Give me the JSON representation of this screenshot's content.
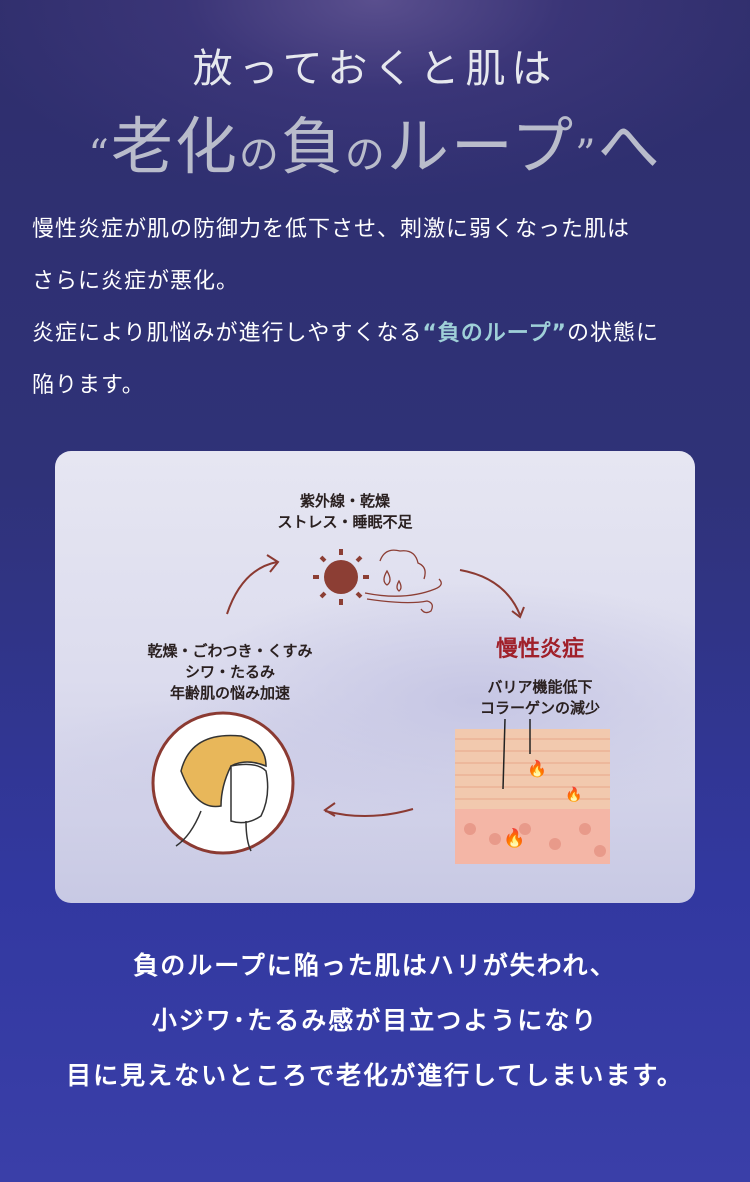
{
  "heading": {
    "line1": "放っておくと肌は",
    "quote_open": "“",
    "w1": "老化",
    "no1": "の",
    "w2": "負",
    "no2": "の",
    "w3": "ループ",
    "quote_close": "”",
    "he": "へ"
  },
  "intro": {
    "line1": "慢性炎症が肌の防御力を低下させ、刺激に弱くなった肌は",
    "line2": "さらに炎症が悪化。",
    "line3_pre": "炎症により肌悩みが進行しやすくなる",
    "line3_hl": "“負のループ”",
    "line3_post": "の状態に",
    "line4": "陥ります。"
  },
  "diagram": {
    "causes": [
      "紫外線・乾燥",
      "ストレス・睡眠不足"
    ],
    "inflammation_title": "慢性炎症",
    "inflammation_effects": [
      "バリア機能低下",
      "コラーゲンの減少"
    ],
    "skin_issues": [
      "乾燥・ごわつき・くすみ",
      "シワ・たるみ",
      "年齢肌の悩み加速"
    ],
    "arrow_color": "#8b3a32"
  },
  "conclusion": [
    "負のループに陥った肌はハリが失われ、",
    "小ジワ･たるみ感が目立つようになり",
    "目に見えないところで老化が進行してしまいます。"
  ]
}
